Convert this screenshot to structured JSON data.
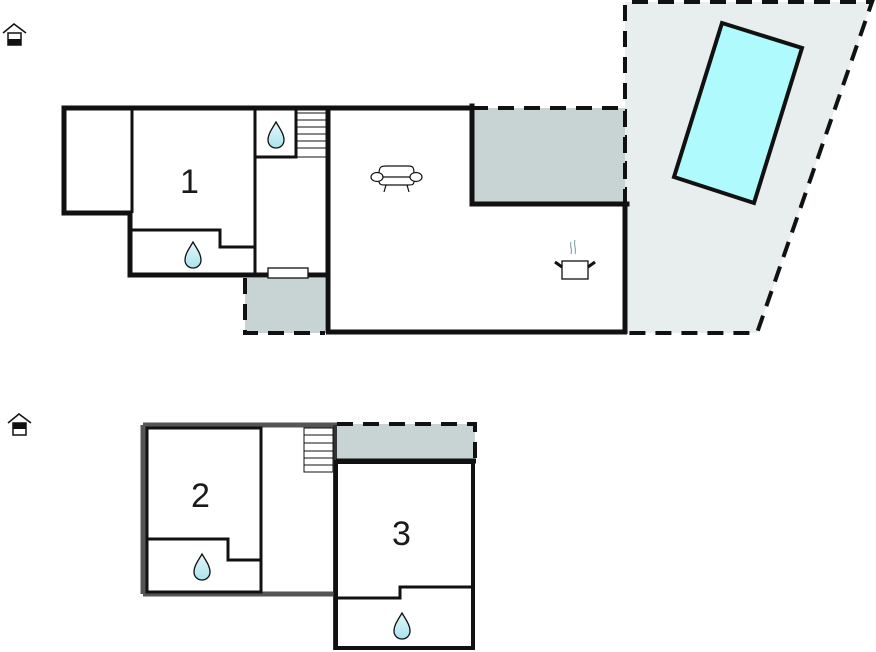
{
  "floors": [
    {
      "name": "ground-floor",
      "level_icon": "house-level-ground-icon",
      "rooms": [
        {
          "id": "1",
          "label": "1",
          "type": "bedroom"
        },
        {
          "id": "bath-1",
          "type": "bathroom",
          "icon": "water-drop-icon"
        },
        {
          "id": "wc-1",
          "type": "bathroom",
          "icon": "water-drop-icon"
        },
        {
          "id": "living",
          "type": "living-room",
          "icon": "sofa-icon"
        },
        {
          "id": "kitchen",
          "type": "kitchen",
          "icon": "cooking-pot-icon"
        },
        {
          "id": "stairs-1",
          "type": "stairs"
        },
        {
          "id": "terrace-1",
          "type": "terrace"
        },
        {
          "id": "terrace-2",
          "type": "terrace"
        },
        {
          "id": "garden",
          "type": "outdoor-area"
        },
        {
          "id": "pool",
          "type": "swimming-pool"
        }
      ]
    },
    {
      "name": "upper-floor",
      "level_icon": "house-level-upper-icon",
      "rooms": [
        {
          "id": "2",
          "label": "2",
          "type": "bedroom"
        },
        {
          "id": "bath-2",
          "type": "bathroom",
          "icon": "water-drop-icon"
        },
        {
          "id": "3",
          "label": "3",
          "type": "bedroom"
        },
        {
          "id": "bath-3",
          "type": "bathroom",
          "icon": "water-drop-icon"
        },
        {
          "id": "stairs-2",
          "type": "stairs"
        },
        {
          "id": "balcony",
          "type": "balcony"
        }
      ]
    }
  ],
  "labels": {
    "room1": "1",
    "room2": "2",
    "room3": "3"
  },
  "colors": {
    "wall": "#111111",
    "terrace": "#c8d3d3",
    "garden": "#e8eeee",
    "pool": "#aefafd",
    "water_drop": "#c9eff5"
  }
}
